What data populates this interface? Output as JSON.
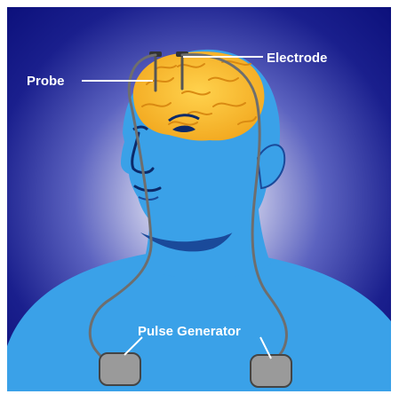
{
  "labels": {
    "probe": "Probe",
    "electrode": "Electrode",
    "pulse_generator": "Pulse Generator"
  },
  "colors": {
    "background_outer": "#0b0f7a",
    "background_glow": "#e8e8f8",
    "body": "#3aa1e8",
    "body_shadow": "#1a4a9a",
    "brain": "#f2b227",
    "brain_detail": "#d98a12",
    "lead_wire": "#777777",
    "generator": "#9a9a9a",
    "label_text": "#ffffff"
  }
}
